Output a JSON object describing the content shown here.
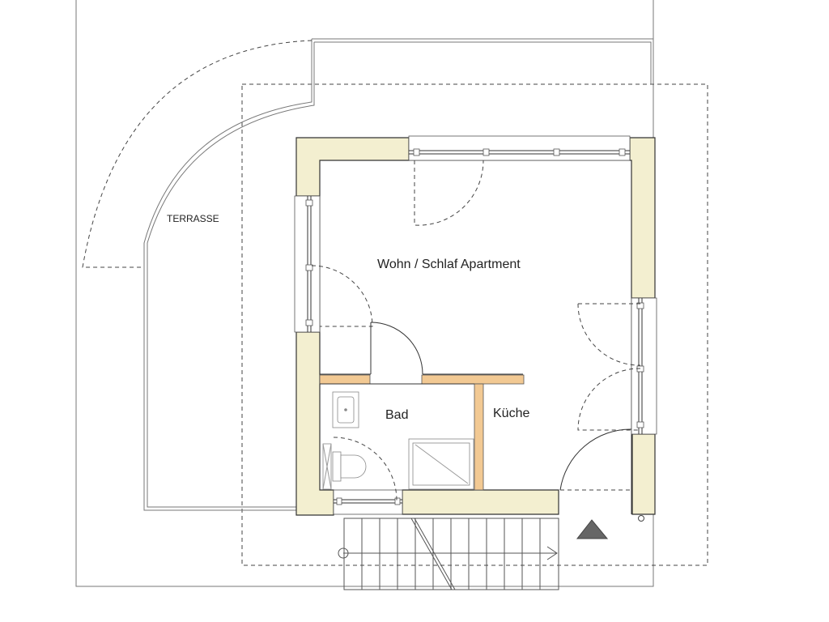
{
  "plan": {
    "rooms": {
      "terrace": "TERRASSE",
      "living": "Wohn / Schlaf Apartment",
      "bath": "Bad",
      "kitchen": "Küche"
    },
    "colors": {
      "outer_wall": "#f3efd0",
      "inner_wall": "#f2c993",
      "lines": "#333333"
    },
    "icons": [
      "up-arrow-icon",
      "stair-arrow-icon"
    ]
  }
}
